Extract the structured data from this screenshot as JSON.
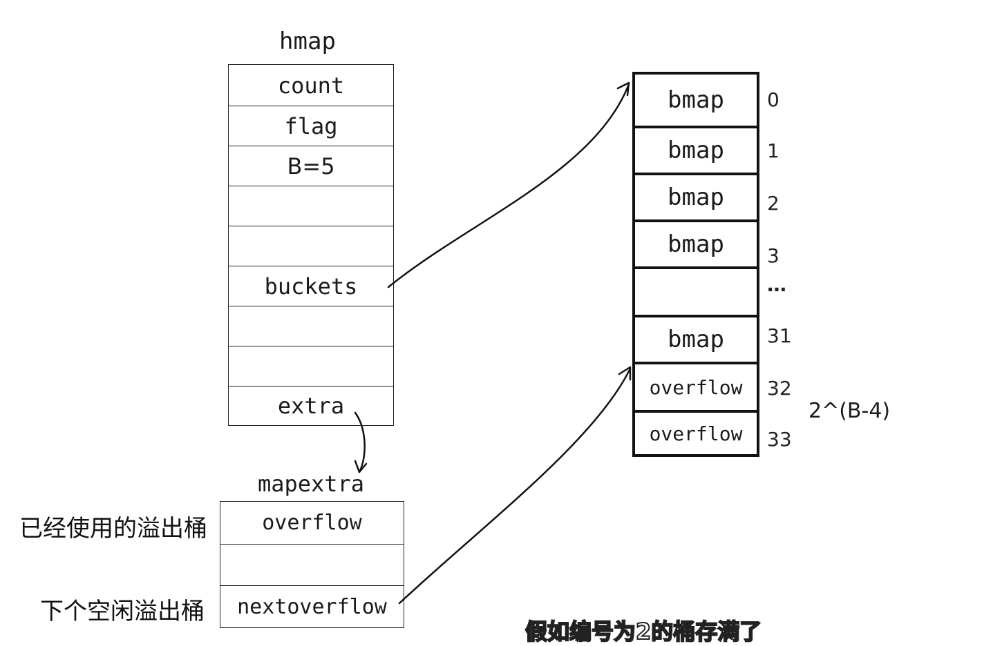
{
  "hmap": {
    "title": "hmap",
    "fields": [
      "count",
      "flag",
      "B=5",
      "",
      "",
      "buckets",
      "",
      "",
      "extra"
    ]
  },
  "mapextra": {
    "title": "mapextra",
    "fields": [
      "overflow",
      "",
      "nextoverflow"
    ],
    "labels": [
      "已经使用的溢出桶",
      "",
      "下个空闲溢出桶"
    ]
  },
  "buckets": {
    "cells": [
      "bmap",
      "bmap",
      "bmap",
      "bmap",
      "",
      "bmap",
      "overflow",
      "overflow"
    ],
    "indices": [
      "0",
      "1",
      "2",
      "3",
      "…",
      "31",
      "32",
      "33"
    ],
    "formula": "2^(B-4)"
  },
  "subtitle": "假如编号为2的桶存满了"
}
